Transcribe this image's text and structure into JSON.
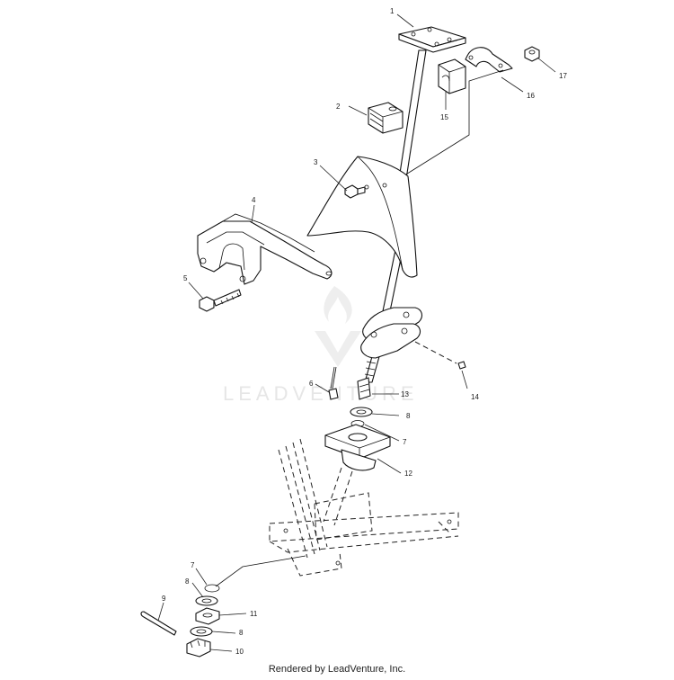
{
  "diagram": {
    "callouts": [
      {
        "id": "c1",
        "label": "1"
      },
      {
        "id": "c2",
        "label": "2"
      },
      {
        "id": "c3",
        "label": "3"
      },
      {
        "id": "c4",
        "label": "4"
      },
      {
        "id": "c5",
        "label": "5"
      },
      {
        "id": "c6",
        "label": "6"
      },
      {
        "id": "c7a",
        "label": "7"
      },
      {
        "id": "c7b",
        "label": "7"
      },
      {
        "id": "c8a",
        "label": "8"
      },
      {
        "id": "c8b",
        "label": "8"
      },
      {
        "id": "c8c",
        "label": "8"
      },
      {
        "id": "c9",
        "label": "9"
      },
      {
        "id": "c10",
        "label": "10"
      },
      {
        "id": "c11",
        "label": "11"
      },
      {
        "id": "c12",
        "label": "12"
      },
      {
        "id": "c13",
        "label": "13"
      },
      {
        "id": "c14",
        "label": "14"
      },
      {
        "id": "c15",
        "label": "15"
      },
      {
        "id": "c16",
        "label": "16"
      },
      {
        "id": "c17",
        "label": "17"
      }
    ]
  },
  "watermark": {
    "text": "LEADVENTURE"
  },
  "footer": {
    "text": "Rendered by LeadVenture, Inc."
  }
}
